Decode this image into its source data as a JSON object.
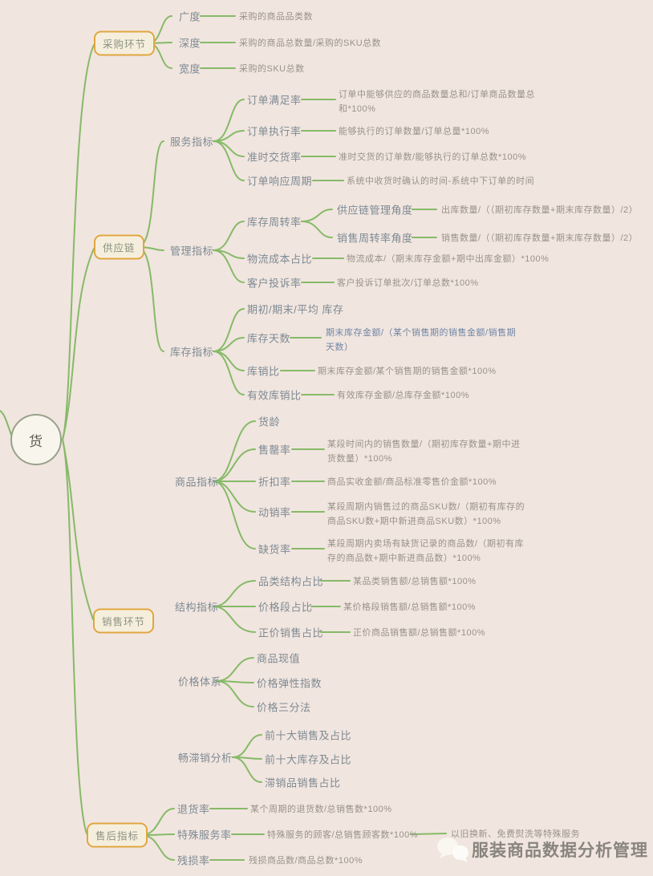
{
  "map": {
    "root_label": "货",
    "branches": [
      {
        "label": "采购环节",
        "children": [
          {
            "label": "广度",
            "formula": "采购的商品品类数"
          },
          {
            "label": "深度",
            "formula": "采购的商品总数量/采购的SKU总数"
          },
          {
            "label": "宽度",
            "formula": "采购的SKU总数"
          }
        ]
      },
      {
        "label": "供应链",
        "children": [
          {
            "label": "服务指标",
            "children": [
              {
                "label": "订单满足率",
                "formula": "订单中能够供应的商品数量总和/订单商品数量总和*100%"
              },
              {
                "label": "订单执行率",
                "formula": "能够执行的订单数量/订单总量*100%"
              },
              {
                "label": "准时交货率",
                "formula": "准时交货的订单数/能够执行的订单总数*100%"
              },
              {
                "label": "订单响应周期",
                "formula": "系统中收货时确认的时间-系统中下订单的时间"
              }
            ]
          },
          {
            "label": "管理指标",
            "children": [
              {
                "label": "库存周转率",
                "children": [
                  {
                    "label": "供应链管理角度",
                    "formula": "出库数量/（（期初库存数量+期末库存数量）/2）"
                  },
                  {
                    "label": "销售周转率角度",
                    "formula": "销售数量/（（期初库存数量+期末库存数量）/2）"
                  }
                ]
              },
              {
                "label": "物流成本占比",
                "formula": "物流成本/（期末库存金额+期中出库金额）*100%"
              },
              {
                "label": "客户投诉率",
                "formula": "客户投诉订单批次/订单总数*100%"
              }
            ]
          },
          {
            "label": "库存指标",
            "children": [
              {
                "label": "期初/期末/平均 库存",
                "formula": ""
              },
              {
                "label": "库存天数",
                "formula": "期末库存金额/（某个销售期的销售金额/销售期天数）"
              },
              {
                "label": "库销比",
                "formula": "期末库存金额/某个销售期的销售金额*100%"
              },
              {
                "label": "有效库销比",
                "formula": "有效库存金额/总库存金额*100%"
              }
            ]
          }
        ]
      },
      {
        "label": "销售环节",
        "children": [
          {
            "label": "商品指标",
            "children": [
              {
                "label": "货龄",
                "formula": ""
              },
              {
                "label": "售罄率",
                "formula": "某段时间内的销售数量/（期初库存数量+期中进货数量）*100%"
              },
              {
                "label": "折扣率",
                "formula": "商品实收金额/商品标准零售价金额*100%"
              },
              {
                "label": "动销率",
                "formula": "某段周期内销售过的商品SKU数/（期初有库存的商品SKU数+期中新进商品SKU数）*100%"
              },
              {
                "label": "缺货率",
                "formula": "某段周期内卖场有缺货记录的商品数/（期初有库存的商品数+期中新进商品数）*100%"
              }
            ]
          },
          {
            "label": "结构指标",
            "children": [
              {
                "label": "品类结构占比",
                "formula": "某品类销售额/总销售额*100%"
              },
              {
                "label": "价格段占比",
                "formula": "某价格段销售额/总销售额*100%"
              },
              {
                "label": "正价销售占比",
                "formula": "正价商品销售额/总销售额*100%"
              }
            ]
          },
          {
            "label": "价格体系",
            "children": [
              {
                "label": "商品现值",
                "formula": ""
              },
              {
                "label": "价格弹性指数",
                "formula": ""
              },
              {
                "label": "价格三分法",
                "formula": ""
              }
            ]
          },
          {
            "label": "畅滞销分析",
            "children": [
              {
                "label": "前十大销售及占比",
                "formula": ""
              },
              {
                "label": "前十大库存及占比",
                "formula": ""
              },
              {
                "label": "滞销品销售占比",
                "formula": ""
              }
            ]
          }
        ]
      },
      {
        "label": "售后指标",
        "children": [
          {
            "label": "退货率",
            "formula": "某个周期的退货数/总销售数*100%"
          },
          {
            "label": "特殊服务率",
            "formula": "特殊服务的顾客/总销售顾客数*100%",
            "note": "以旧换新、免费熨洗等特殊服务"
          },
          {
            "label": "残损率",
            "formula": "残损商品数/商品总数*100%"
          }
        ]
      }
    ]
  },
  "watermark": {
    "label": "服装商品数据分析管理",
    "icon": "wechat-bubbles-icon"
  },
  "colors": {
    "background": "#f1e5df",
    "branch_line": "#86ba68",
    "node_border": "#e0a63e",
    "node_fill": "#f5eedd",
    "label_text": "#7d8a93",
    "formula_text": "#98938a",
    "formula_text_blue": "#7086a5",
    "box_text": "#8c9282",
    "root_fill": "#f8f5ec",
    "root_border": "#98a18b",
    "root_text": "#55584e",
    "watermark_text": "#6f6d66"
  }
}
